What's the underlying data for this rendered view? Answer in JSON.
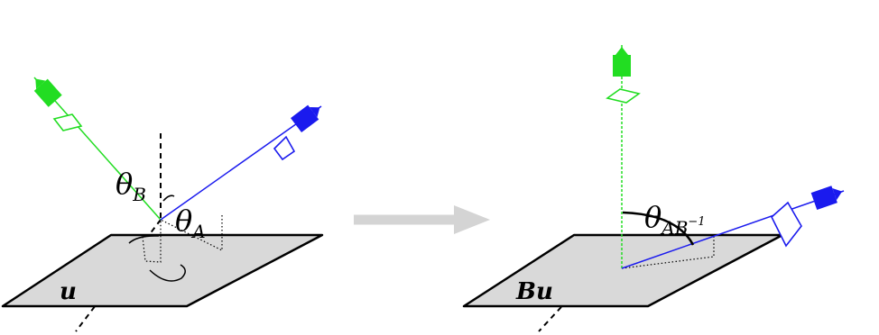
{
  "left_panel": {
    "plane_label": "u",
    "angle_b": {
      "symbol": "θ",
      "subscript": "B"
    },
    "angle_a": {
      "symbol": "θ",
      "subscript": "A"
    }
  },
  "right_panel": {
    "plane_label": "Bu",
    "angle_ab": {
      "symbol": "θ",
      "subscript": "AB",
      "superscript": "−1"
    }
  },
  "colors": {
    "green_camera": "#22dd22",
    "blue_camera": "#1a1aee",
    "plane_fill": "#d9d9d9",
    "arrow": "#d4d4d4"
  }
}
